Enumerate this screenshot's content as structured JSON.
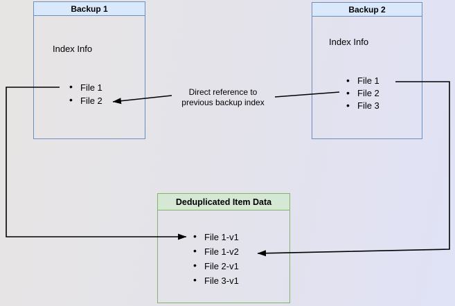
{
  "diagram": {
    "nodes": {
      "backup1": {
        "title": "Backup 1",
        "subtitle": "Index Info",
        "items": [
          "File 1",
          "File 2"
        ]
      },
      "backup2": {
        "title": "Backup 2",
        "subtitle": "Index Info",
        "items": [
          "File 1",
          "File 2",
          "File 3"
        ]
      },
      "dedup": {
        "title": "Deduplicated Item Data",
        "items": [
          "File 1-v1",
          "File 1-v2",
          "File 2-v1",
          "File 3-v1"
        ]
      }
    },
    "annotation": {
      "line1": "Direct reference to",
      "line2": "previous backup index"
    },
    "colors": {
      "blue_node_border": "#6c8ebf",
      "blue_node_fill": "#dae8fc",
      "green_node_border": "#82b366",
      "green_node_fill": "#d5e8d4",
      "connector": "#000000",
      "background_left": "#e7e5e3",
      "background_right": "#e0e2f6"
    }
  }
}
